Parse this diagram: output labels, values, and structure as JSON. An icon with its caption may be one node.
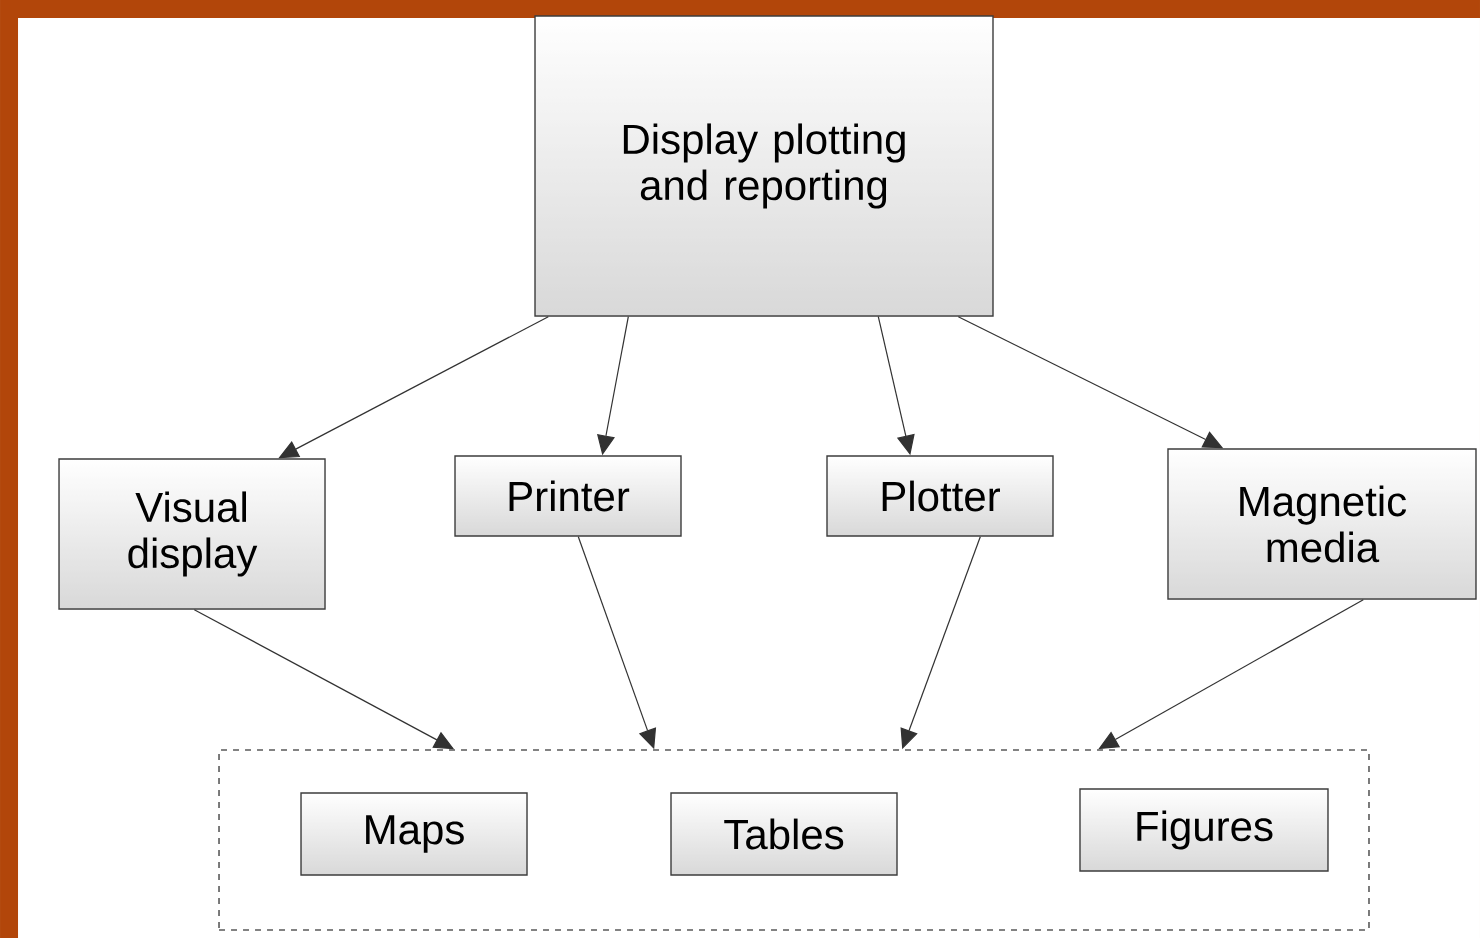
{
  "diagram": {
    "nodes": [
      {
        "text": [
          "Display plotting and reporting"
        ]
      },
      {
        "text": [
          "Visual display"
        ]
      },
      {
        "text": [
          "Printer"
        ]
      },
      {
        "text": [
          "Plotter"
        ]
      },
      {
        "text": [
          "Magnetic media"
        ]
      },
      {
        "text": [],
        "shape": "box"
      },
      {
        "text": [
          "Maps"
        ],
        "in": 5
      },
      {
        "text": [
          "Tables"
        ],
        "in": 5
      },
      {
        "text": [
          "Figures"
        ],
        "in": 5
      }
    ],
    "edges": [
      {
        "from": 0,
        "to": 1,
        "arrow": "to"
      },
      {
        "from": 0,
        "to": 2,
        "arrow": "to"
      },
      {
        "from": 0,
        "to": 3,
        "arrow": "to"
      },
      {
        "from": 0,
        "to": 4,
        "arrow": "to"
      },
      {
        "from": 1,
        "to": 5,
        "arrow": "to"
      },
      {
        "from": 2,
        "to": 5,
        "arrow": "to"
      },
      {
        "from": 3,
        "to": 5,
        "arrow": "to"
      },
      {
        "from": 4,
        "to": 5,
        "arrow": "to"
      }
    ]
  }
}
